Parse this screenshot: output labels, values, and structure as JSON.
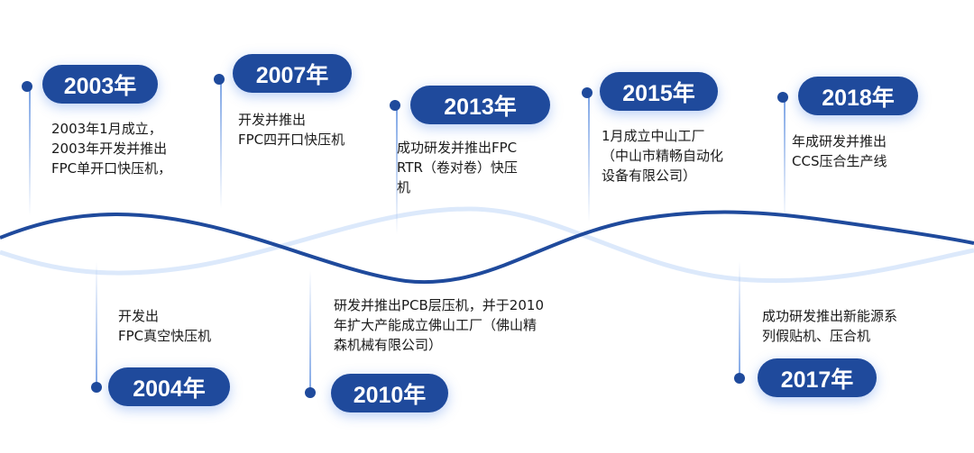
{
  "colors": {
    "accent": "#1f4a9c",
    "light_wave": "#dce9fb"
  },
  "events": [
    {
      "year": "2003年",
      "text": "2003年1月成立，\n2003年开发并推出\nFPC单开口快压机，"
    },
    {
      "year": "2007年",
      "text": "开发并推出\nFPC四开口快压机"
    },
    {
      "year": "2013年",
      "text": "成功研发并推出FPC\nRTR（卷对卷）快压\n机"
    },
    {
      "year": "2015年",
      "text": "1月成立中山工厂\n（中山市精畅自动化\n设备有限公司）"
    },
    {
      "year": "2018年",
      "text": "年成研发并推出\nCCS压合生产线"
    },
    {
      "year": "2004年",
      "text": "开发出\nFPC真空快压机"
    },
    {
      "year": "2010年",
      "text": "研发并推出PCB层压机，并于2010\n年扩大产能成立佛山工厂（佛山精\n森机械有限公司）"
    },
    {
      "year": "2017年",
      "text": "成功研发推出新能源系\n列假贴机、压合机"
    }
  ]
}
